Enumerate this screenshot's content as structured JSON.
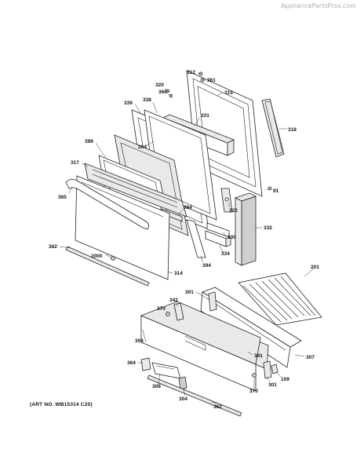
{
  "watermark": "AppliancePartsPros.com",
  "art_number": "(ART NO. WB15314 C20)",
  "callouts": [
    {
      "id": "c312",
      "label": "312"
    },
    {
      "id": "c361",
      "label": "361"
    },
    {
      "id": "c320",
      "label": "320"
    },
    {
      "id": "c366",
      "label": "366"
    },
    {
      "id": "c315",
      "label": "315"
    },
    {
      "id": "c339",
      "label": "339"
    },
    {
      "id": "c338",
      "label": "338"
    },
    {
      "id": "c331",
      "label": "331"
    },
    {
      "id": "c318",
      "label": "318"
    },
    {
      "id": "c399",
      "label": "399"
    },
    {
      "id": "c204",
      "label": "204"
    },
    {
      "id": "c317",
      "label": "317"
    },
    {
      "id": "c91",
      "label": "91"
    },
    {
      "id": "c365",
      "label": "365"
    },
    {
      "id": "c384",
      "label": "384"
    },
    {
      "id": "c222",
      "label": "222"
    },
    {
      "id": "c332",
      "label": "332"
    },
    {
      "id": "c330",
      "label": "330"
    },
    {
      "id": "c362a",
      "label": "362"
    },
    {
      "id": "c334",
      "label": "334"
    },
    {
      "id": "c2000",
      "label": "2000"
    },
    {
      "id": "c394",
      "label": "394"
    },
    {
      "id": "c314",
      "label": "314"
    },
    {
      "id": "c201",
      "label": "201"
    },
    {
      "id": "c301a",
      "label": "301"
    },
    {
      "id": "c342",
      "label": "342"
    },
    {
      "id": "c370a",
      "label": "370"
    },
    {
      "id": "c306",
      "label": "306"
    },
    {
      "id": "c341",
      "label": "341"
    },
    {
      "id": "c307",
      "label": "307"
    },
    {
      "id": "c364",
      "label": "364"
    },
    {
      "id": "c308",
      "label": "308"
    },
    {
      "id": "c370b",
      "label": "370"
    },
    {
      "id": "c301b",
      "label": "301"
    },
    {
      "id": "c109",
      "label": "109"
    },
    {
      "id": "c304",
      "label": "304"
    },
    {
      "id": "c362b",
      "label": "362"
    }
  ]
}
